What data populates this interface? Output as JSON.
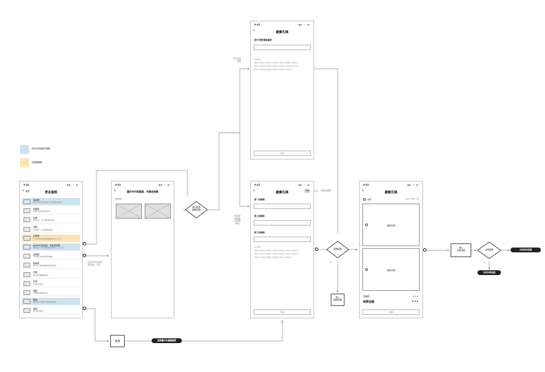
{
  "legend": [
    {
      "label": "良善中市健康已服務",
      "color": "#cfe2f0"
    },
    {
      "label": "瓦斯費服務",
      "color": "#fde3b4"
    }
  ],
  "status_time": "9:41",
  "status_icons": "▮▮ ◠ ▬",
  "screen_list": {
    "back_label": "首頁",
    "title": "更多服務",
    "items": [
      {
        "title": "停車費",
        "sub": "提供行動帳戶繳納臺中市停車費服務項目",
        "hl": "blue"
      },
      {
        "title": "稅費費",
        "sub": "提供各項稅捐費用繳納",
        "hl": ""
      },
      {
        "title": "水費",
        "sub": "臺中市水、台水費用繳納服務",
        "hl": ""
      },
      {
        "title": "電費",
        "sub": "台灣電力公司電費繳納服務",
        "hl": ""
      },
      {
        "title": "瓦斯費",
        "sub": "欣中天然氣瓦斯費用繳納服務文字文字",
        "hl": "orange"
      },
      {
        "title": "臺中市行政罰鍰、市集使用費",
        "sub": "提供臺中市行政罰鍰繳納服務文字文字文字",
        "hl": "blue"
      },
      {
        "title": "電信費",
        "sub": "中華電信帳單費用繳納服務",
        "hl": ""
      },
      {
        "title": "醫療費",
        "sub": "臺中市立醫院醫療費用繳納服務",
        "hl": ""
      },
      {
        "title": "學費",
        "sub": "學校學雜費繳納服務",
        "hl": ""
      },
      {
        "title": "罰單",
        "sub": "交通罰單繳納",
        "hl": ""
      },
      {
        "title": "規費",
        "sub": "各機關規費繳納服務",
        "hl": ""
      },
      {
        "title": "國稅",
        "sub": "提供臺中市健康已服務繳費服務",
        "hl": "blue"
      },
      {
        "title": "其他",
        "sub": "其他費用繳納",
        "hl": ""
      }
    ]
  },
  "screen_penalty": {
    "title": "臺中市行政罰鍰、市集使用費",
    "section_label": "繳費項目",
    "option_texts": [
      "",
      ""
    ]
  },
  "screen_form1": {
    "title": "繳費名稱",
    "field_label": "身分字號/營業證號",
    "notes": [
      "注意事項：",
      "說明文字說明文字說明文字說明文字說明文字說明文字說明文字",
      "說明文字說明文字說明文字說明文字說明文字說明文字說明文字",
      "說明文字說明文字說明文字說明文字說明文字說明文字"
    ],
    "button_label": "查詢"
  },
  "screen_form2": {
    "title": "繳費名稱",
    "badge": "條碼",
    "fields": [
      "第一段條碼",
      "第二段條碼",
      "第三段條碼"
    ],
    "notes": [
      "注意事項：",
      "說明文字說明文字說明文字說明文字說明文字說明文字說明文字",
      "說明文字說明文字說明文字說明文字說明文字說明文字說明文字",
      "說明文字說明文字說明文字說明文字說明文字說明文字"
    ],
    "button_label": "查詢"
  },
  "screen_bills": {
    "title": "繳費名稱",
    "select_all": "全選",
    "count_text": "已選 1 筆/共 2 筆",
    "cards": [
      "帳單內容",
      "帳單內容"
    ],
    "fee_label": "手續費",
    "fee_value": "X X X",
    "total_label": "帳單金額",
    "total_value": "X X X",
    "button_label": "繳費"
  },
  "flow": {
    "diamond_a": "進入新版\n繳費流程",
    "label_top_branch": "行政罰鍰\n規格",
    "label_mid_branch": "市集費\n停車費\n瓦斯費\n規格",
    "label_open_scanner": "打開掃描器",
    "label_jump": "點擊臺中市健康\n項目進入下頁",
    "diamond_query": "查詢結果",
    "yes1": "Y",
    "no1": "N",
    "box_error": "進入\n錯誤頁面",
    "box_trade": "進入\n交易流程",
    "diamond_trade": "交易結果",
    "yes2": "Y",
    "no2": "N",
    "pill_success": "交易成功頁面",
    "pill_fail": "交易失敗頁面",
    "box_home": "首頁",
    "pill_health": "選擇臺中市健康繳費"
  }
}
